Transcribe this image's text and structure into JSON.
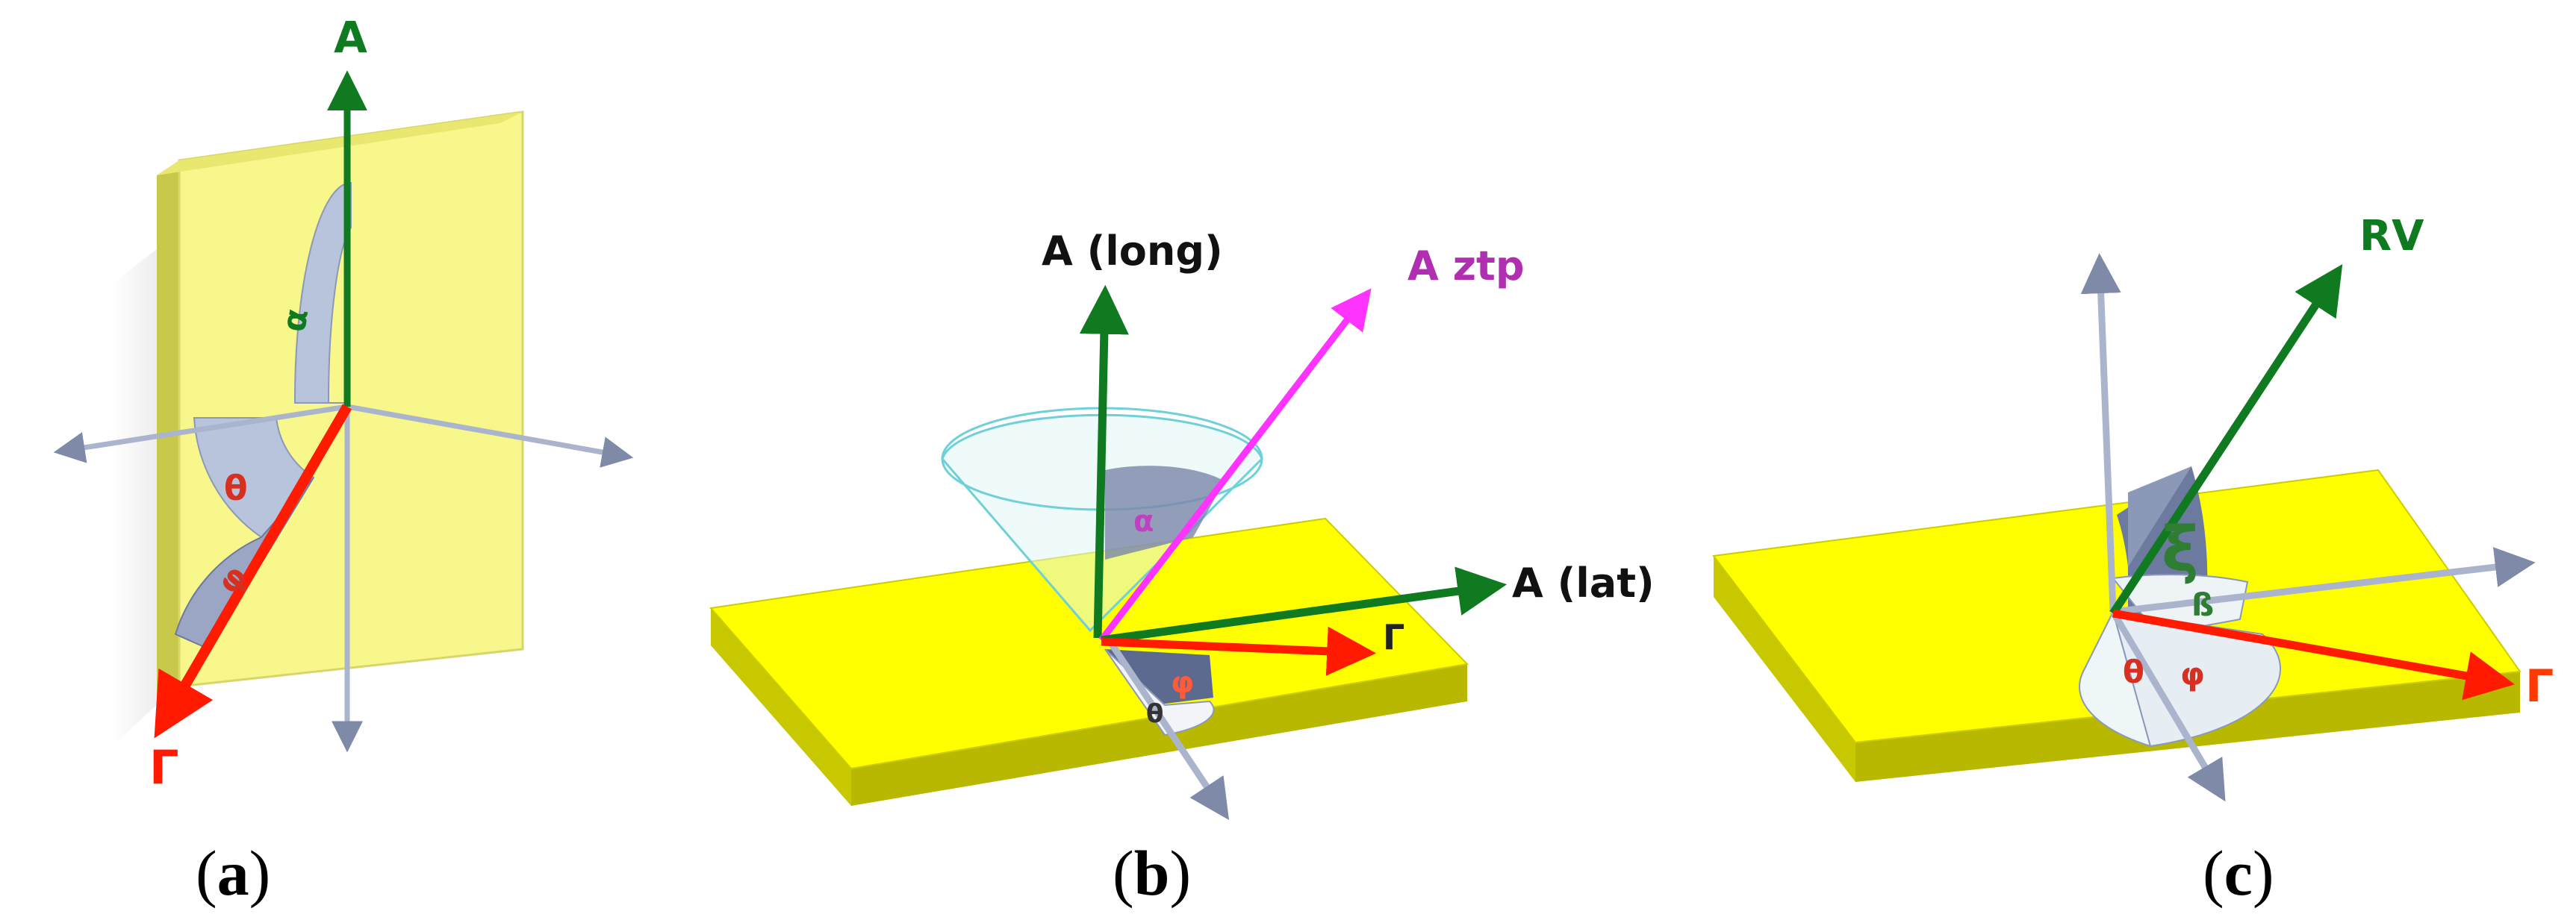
{
  "panel_a": {
    "caption_letter": "a",
    "labels": {
      "vertical_axis": "A",
      "red_vector": "Γ"
    },
    "angle_symbols": {
      "green_arc": "α",
      "red_arc_upper": "θ",
      "red_arc_lower": "φ"
    }
  },
  "panel_b": {
    "caption_letter": "b",
    "labels": {
      "long_axis": "A (long)",
      "ztp_axis": "A ztp",
      "lat_axis": "A (lat)",
      "red_vector": "Γ"
    },
    "angle_symbols": {
      "cone_angle": "α",
      "red_arc": "φ",
      "floor_arc": "θ"
    }
  },
  "panel_c": {
    "caption_letter": "c",
    "labels": {
      "green_vector": "RV",
      "red_vector": "Γ"
    },
    "angle_symbols": {
      "vertical_arc": "ξ",
      "white_arc": "ß",
      "floor_arc_left": "θ",
      "floor_arc_right": "φ"
    }
  },
  "colors": {
    "plate": "#ffff00",
    "plate_side": "#c8c800",
    "plate_a": "#f7f78c",
    "green": "#0f7a1f",
    "red": "#ff1a00",
    "magenta": "#ff33ff",
    "axis_grey": "#aab4cc",
    "arc_fill": "#b8c4dc",
    "arc_dark": "#6c7aa0"
  }
}
